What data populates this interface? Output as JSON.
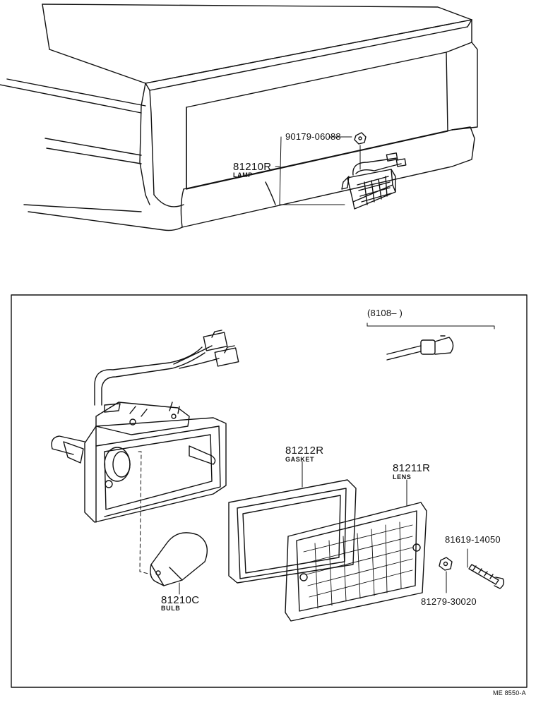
{
  "labels": {
    "nut_part": "90179-06088",
    "lamp_part": "81210R",
    "lamp_name": "LAMP",
    "serial_range": "(8108–         )",
    "gasket_part": "81212R",
    "gasket_name": "GASKET",
    "lens_part": "81211R",
    "lens_name": "LENS",
    "screw_part": "81619-14050",
    "small_nut_part": "81279-30020",
    "bulb_part": "81210C",
    "bulb_name": "BULB",
    "ref_code": "ME 8550-A"
  }
}
